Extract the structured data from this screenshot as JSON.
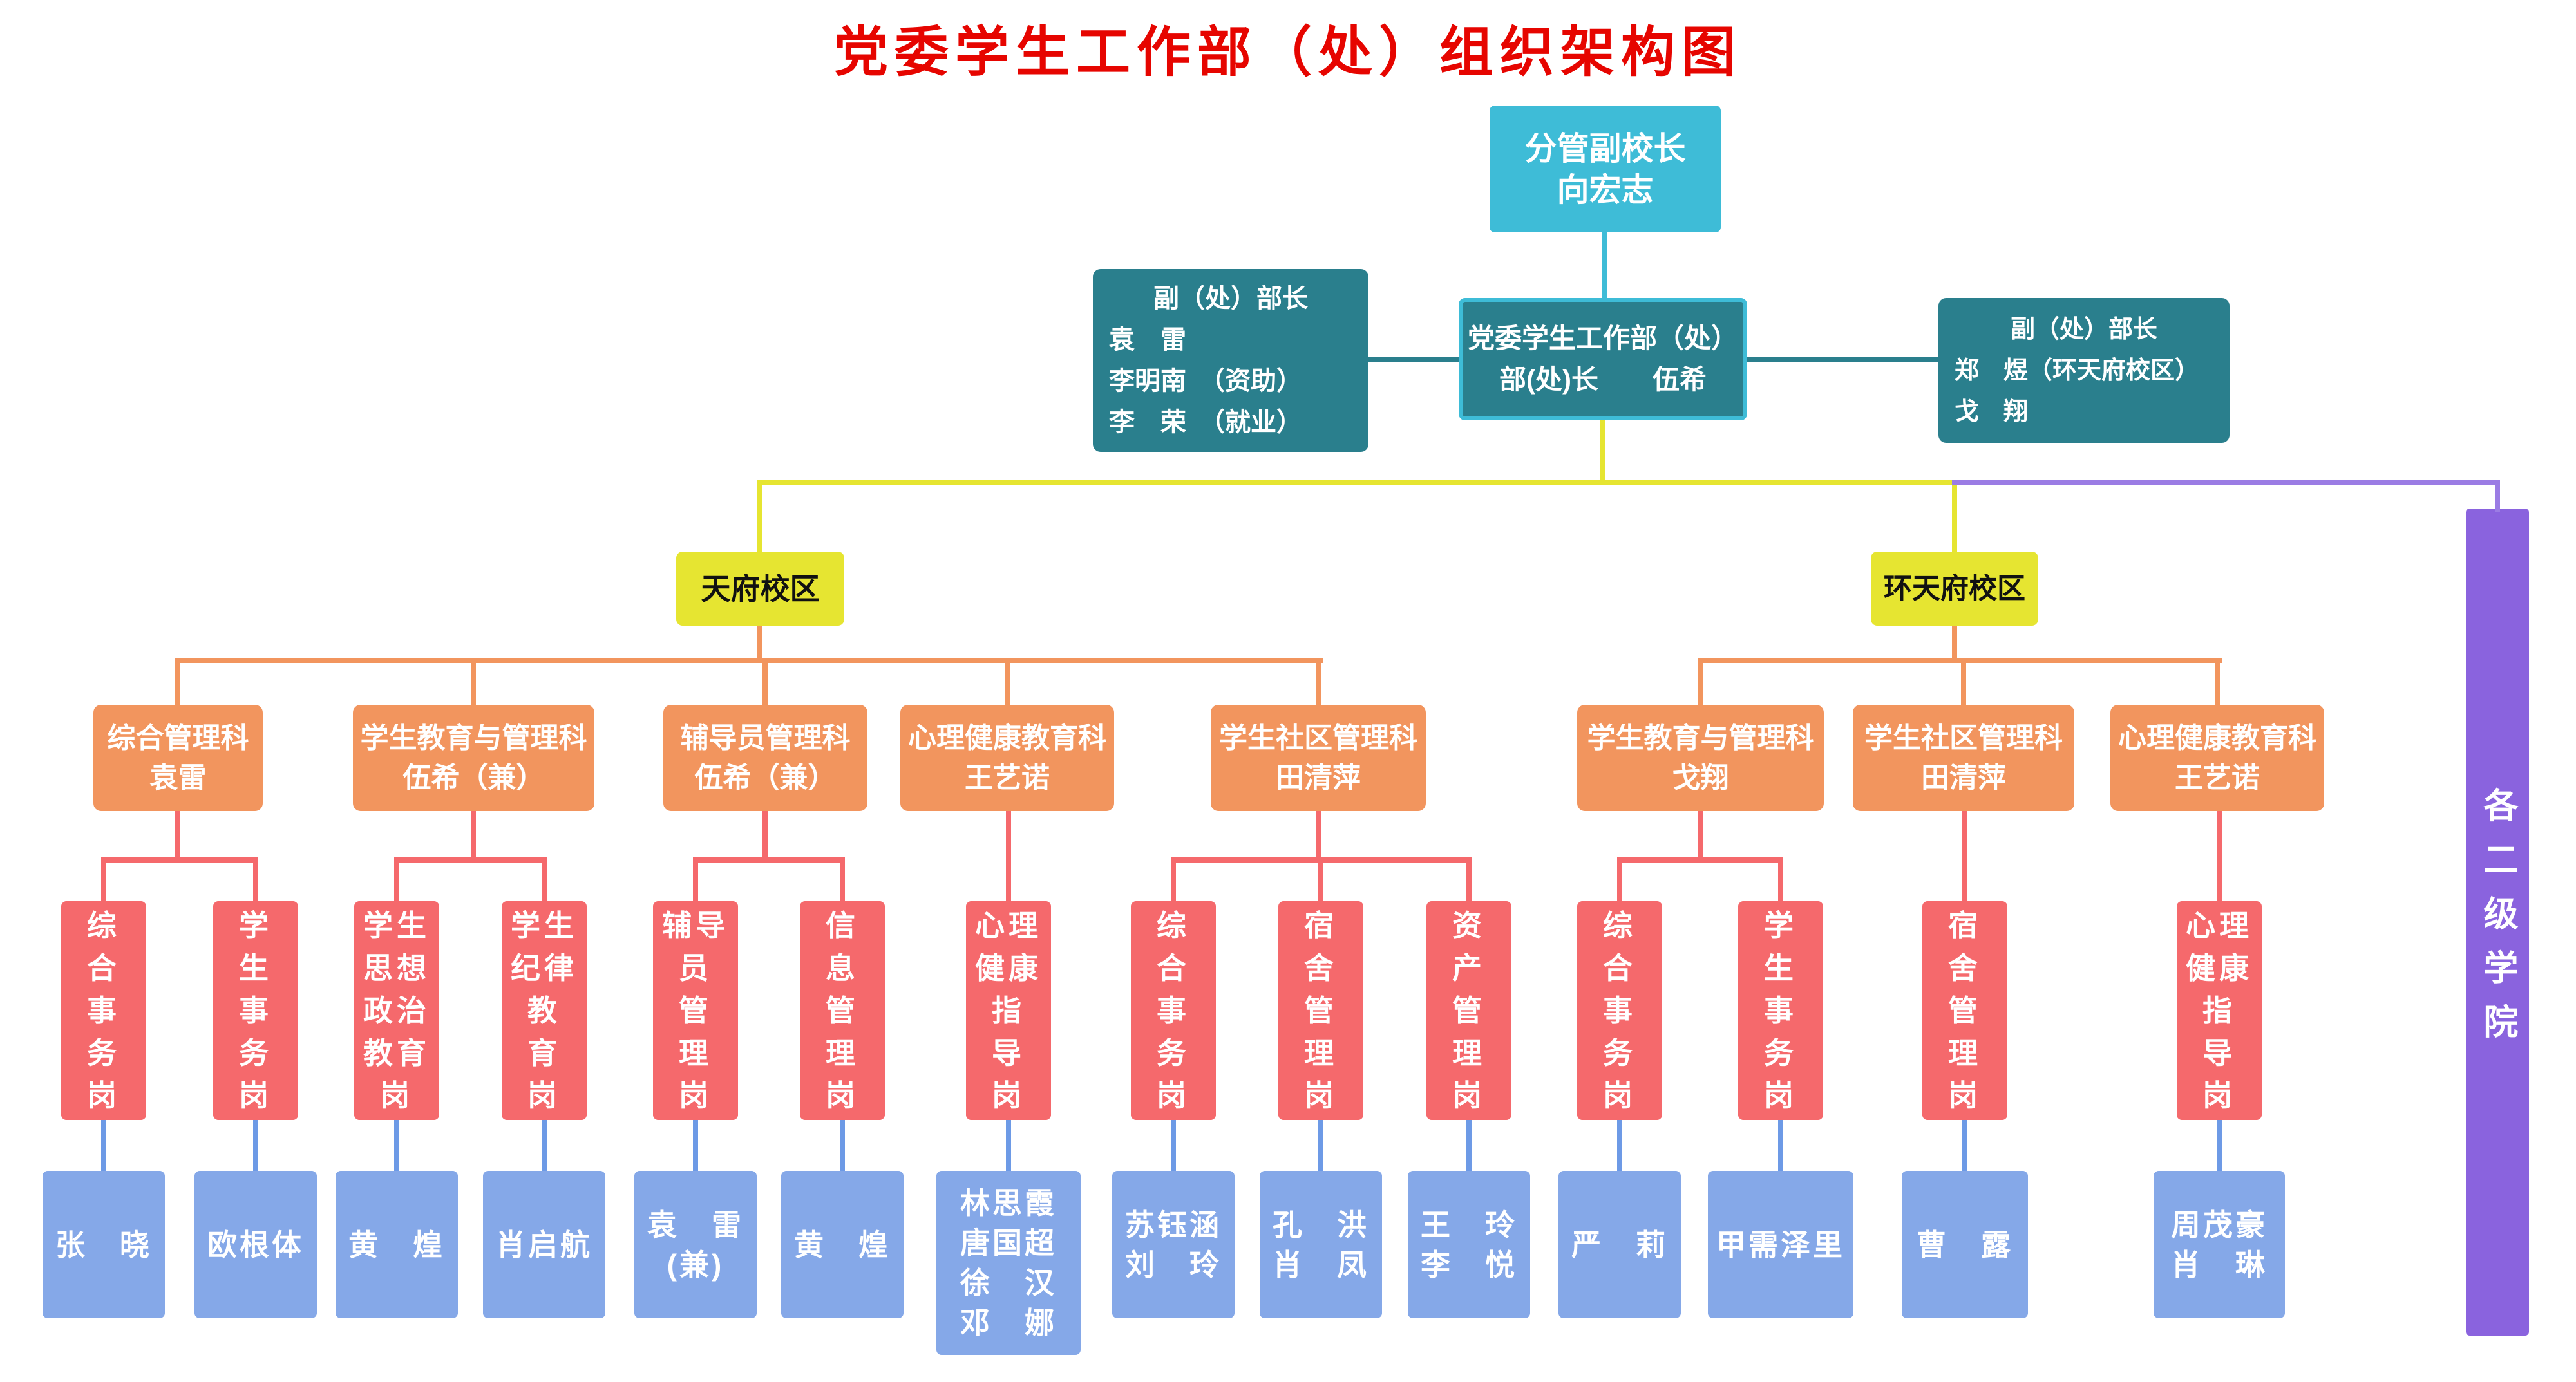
{
  "title": "党委学生工作部（处）组织架构图",
  "colors": {
    "title_red": "#e60500",
    "cyan": "#3ebcd7",
    "teal": "#2a7f8d",
    "yellow": "#e6e531",
    "orange": "#f2955e",
    "salmon": "#f5696c",
    "staff_blue": "#85a8e8",
    "connector_blue": "#6d9ae6",
    "purple": "#8a63de",
    "purple_line": "#9b7ce4"
  },
  "vice_president": {
    "label": "分管副校长\n向宏志"
  },
  "deputy_left": {
    "head": "副（处）部长",
    "names": "袁　雷\n李明南　（资助）\n李　荣　（就业）"
  },
  "director": {
    "label": "党委学生工作部（处）\n部(处)长　　伍希"
  },
  "deputy_right": {
    "head": "副（处）部长",
    "names": "郑　煜（环天府校区）\n戈　翔"
  },
  "campuses": [
    {
      "id": "tianfu",
      "label": "天府校区"
    },
    {
      "id": "huantianfu",
      "label": "环天府校区"
    }
  ],
  "departments": [
    {
      "id": "b1",
      "campus": "天府校区",
      "label": "综合管理科\n袁雷"
    },
    {
      "id": "b2",
      "campus": "天府校区",
      "label": "学生教育与管理科\n伍希（兼）"
    },
    {
      "id": "b3",
      "campus": "天府校区",
      "label": "辅导员管理科\n伍希（兼）"
    },
    {
      "id": "b4",
      "campus": "天府校区",
      "label": "心理健康教育科\n王艺诺"
    },
    {
      "id": "b5",
      "campus": "天府校区",
      "label": "学生社区管理科\n田清萍"
    },
    {
      "id": "b6",
      "campus": "环天府校区",
      "label": "学生教育与管理科\n戈翔"
    },
    {
      "id": "b7",
      "campus": "环天府校区",
      "label": "学生社区管理科\n田清萍"
    },
    {
      "id": "b8",
      "campus": "环天府校区",
      "label": "心理健康教育科\n王艺诺"
    }
  ],
  "positions": [
    {
      "id": "r1",
      "label": "综\n合\n事\n务\n岗"
    },
    {
      "id": "r2",
      "label": "学\n生\n事\n务\n岗"
    },
    {
      "id": "r3",
      "label": "学生\n思想\n政治\n教育\n岗"
    },
    {
      "id": "r4",
      "label": "学生\n纪律\n教\n育\n岗"
    },
    {
      "id": "r5",
      "label": "辅导\n员\n管\n理\n岗"
    },
    {
      "id": "r6",
      "label": "信\n息\n管\n理\n岗"
    },
    {
      "id": "r7",
      "label": "心理\n健康\n指\n导\n岗"
    },
    {
      "id": "r8",
      "label": "综\n合\n事\n务\n岗"
    },
    {
      "id": "r9",
      "label": "宿\n舍\n管\n理\n岗"
    },
    {
      "id": "r10",
      "label": "资\n产\n管\n理\n岗"
    },
    {
      "id": "r11",
      "label": "综\n合\n事\n务\n岗"
    },
    {
      "id": "r12",
      "label": "学\n生\n事\n务\n岗"
    },
    {
      "id": "r13",
      "label": "宿\n舍\n管\n理\n岗"
    },
    {
      "id": "r14",
      "label": "心理\n健康\n指\n导\n岗"
    }
  ],
  "staff": [
    {
      "id": "n1",
      "label": "张　晓"
    },
    {
      "id": "n2",
      "label": "欧根体"
    },
    {
      "id": "n3",
      "label": "黄　煌"
    },
    {
      "id": "n4",
      "label": "肖启航"
    },
    {
      "id": "n5",
      "label": "袁　雷\n(兼)"
    },
    {
      "id": "n6",
      "label": "黄　煌"
    },
    {
      "id": "n7",
      "label": "林思霞\n唐国超\n徐　汉\n邓　娜"
    },
    {
      "id": "n8",
      "label": "苏钰涵\n刘　玲"
    },
    {
      "id": "n9",
      "label": "孔　洪\n肖　凤"
    },
    {
      "id": "n10",
      "label": "王　玲\n李　悦"
    },
    {
      "id": "n11",
      "label": "严　莉"
    },
    {
      "id": "n12",
      "label": "甲需泽里"
    },
    {
      "id": "n13",
      "label": "曹　露"
    },
    {
      "id": "n14",
      "label": "周茂豪\n肖　琳"
    }
  ],
  "colleges_bar": {
    "label": "各二级学院"
  }
}
